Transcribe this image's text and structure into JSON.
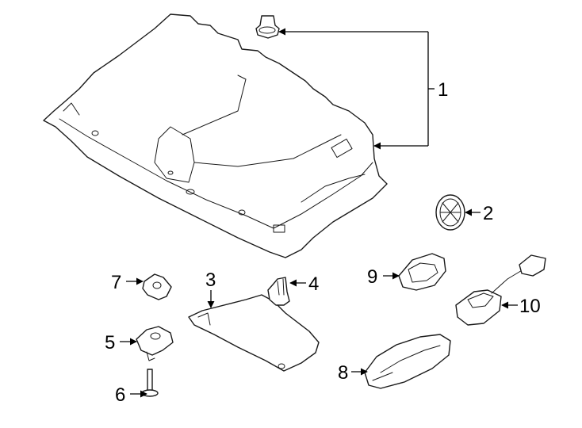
{
  "callouts": [
    {
      "id": "1",
      "label": "1"
    },
    {
      "id": "2",
      "label": "2"
    },
    {
      "id": "3",
      "label": "3"
    },
    {
      "id": "4",
      "label": "4"
    },
    {
      "id": "5",
      "label": "5"
    },
    {
      "id": "6",
      "label": "6"
    },
    {
      "id": "7",
      "label": "7"
    },
    {
      "id": "8",
      "label": "8"
    },
    {
      "id": "9",
      "label": "9"
    },
    {
      "id": "10",
      "label": "10"
    }
  ],
  "colors": {
    "line": "#1a1a1a",
    "background": "#ffffff"
  }
}
